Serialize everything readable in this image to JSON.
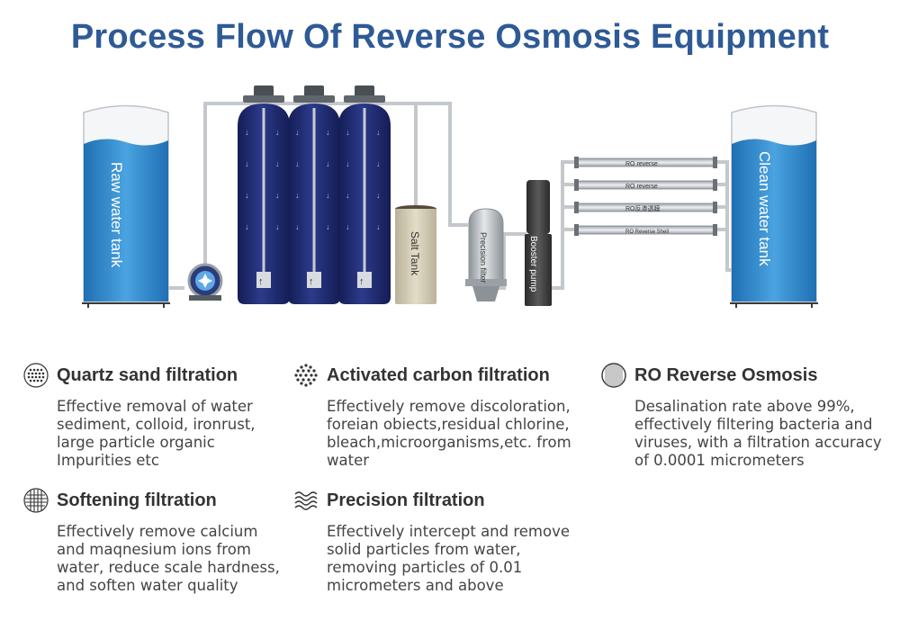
{
  "title": "Process Flow Of Reverse Osmosis Equipment",
  "colors": {
    "title": "#2e5a96",
    "water": "#2a7fc4",
    "vessel": "#1e2a6e",
    "salt_tank": "#cfc7b0",
    "booster": "#3a3a3a",
    "pipe": "#c8ccd0"
  },
  "diagram": {
    "raw_tank": "Raw water tank",
    "clean_tank": "Clean water tank",
    "salt_tank": "Salt Tank",
    "precision_filter": "Precision filter",
    "booster_pump": "Booster pump",
    "membranes": [
      "RO reverse",
      "RO reverse",
      "RO反渗透膜",
      "RO Reverse Shell"
    ]
  },
  "items": [
    {
      "icon": "quartz-sand-icon",
      "title": "Quartz sand filtration",
      "lines": [
        "Effective removal of water",
        "sediment, colloid, ironrust,",
        "large particle organic",
        "Impurities etc"
      ]
    },
    {
      "icon": "activated-carbon-icon",
      "title": "Activated carbon filtration",
      "lines": [
        "Effectively remove discoloration,",
        "foreian obiects,residual chlorine,",
        "bleach,microorganisms,etc. from",
        "water"
      ]
    },
    {
      "icon": "ro-membrane-icon",
      "title": "RO Reverse Osmosis",
      "lines": [
        "Desalination rate above 99%,",
        "effectively filtering bacteria and",
        "viruses, with a filtration accuracy",
        "of 0.0001 micrometers"
      ]
    },
    {
      "icon": "softening-icon",
      "title": "Softening filtration",
      "lines": [
        "Effectively remove calcium",
        "and maqnesium ions from",
        "water, reduce scale hardness,",
        "and soften water quality"
      ]
    },
    {
      "icon": "precision-waves-icon",
      "title": "Precision filtration",
      "lines": [
        "Effectively intercept and remove",
        "solid particles from water,",
        "removing particles of 0.01",
        "micrometers and above"
      ]
    }
  ]
}
